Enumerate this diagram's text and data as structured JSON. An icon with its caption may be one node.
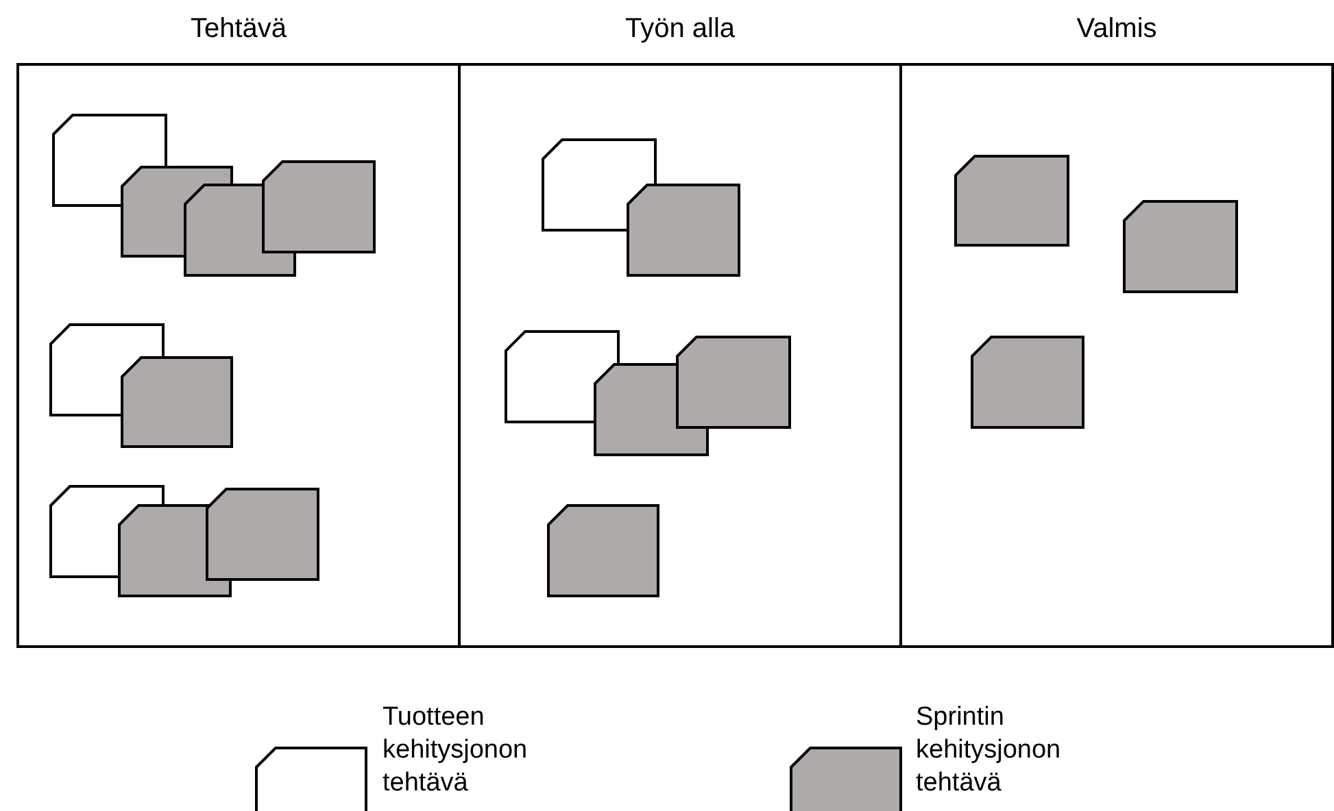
{
  "diagram": {
    "nodes": [
      {
        "text": [
          "Tehtävä"
        ]
      },
      {
        "text": [],
        "shape": "box",
        "in": 0
      },
      {
        "text": [],
        "shape": "box",
        "in": 0
      },
      {
        "text": [],
        "shape": "box",
        "in": 0
      },
      {
        "text": [],
        "shape": "box",
        "in": 0
      },
      {
        "text": [],
        "shape": "box",
        "in": 0
      },
      {
        "text": [],
        "shape": "box",
        "in": 0
      },
      {
        "text": [],
        "shape": "box",
        "in": 0
      },
      {
        "text": [],
        "shape": "box",
        "in": 0
      },
      {
        "text": [],
        "shape": "box",
        "in": 0
      },
      {
        "text": [
          "Työn alla"
        ]
      },
      {
        "text": [],
        "shape": "box",
        "in": 10
      },
      {
        "text": [],
        "shape": "box",
        "in": 10
      },
      {
        "text": [],
        "shape": "box",
        "in": 10
      },
      {
        "text": [],
        "shape": "box",
        "in": 10
      },
      {
        "text": [],
        "shape": "box",
        "in": 10
      },
      {
        "text": [],
        "shape": "box",
        "in": 10
      },
      {
        "text": [
          "Valmis"
        ]
      },
      {
        "text": [],
        "shape": "box",
        "in": 17
      },
      {
        "text": [],
        "shape": "box",
        "in": 17
      },
      {
        "text": [],
        "shape": "box",
        "in": 17
      }
    ],
    "edges": [],
    "legend": [
      {
        "text": "Tuotteen kehitysjonon tehtävä"
      },
      {
        "text": "Sprintin kehitysjonon tehtävä"
      }
    ]
  }
}
